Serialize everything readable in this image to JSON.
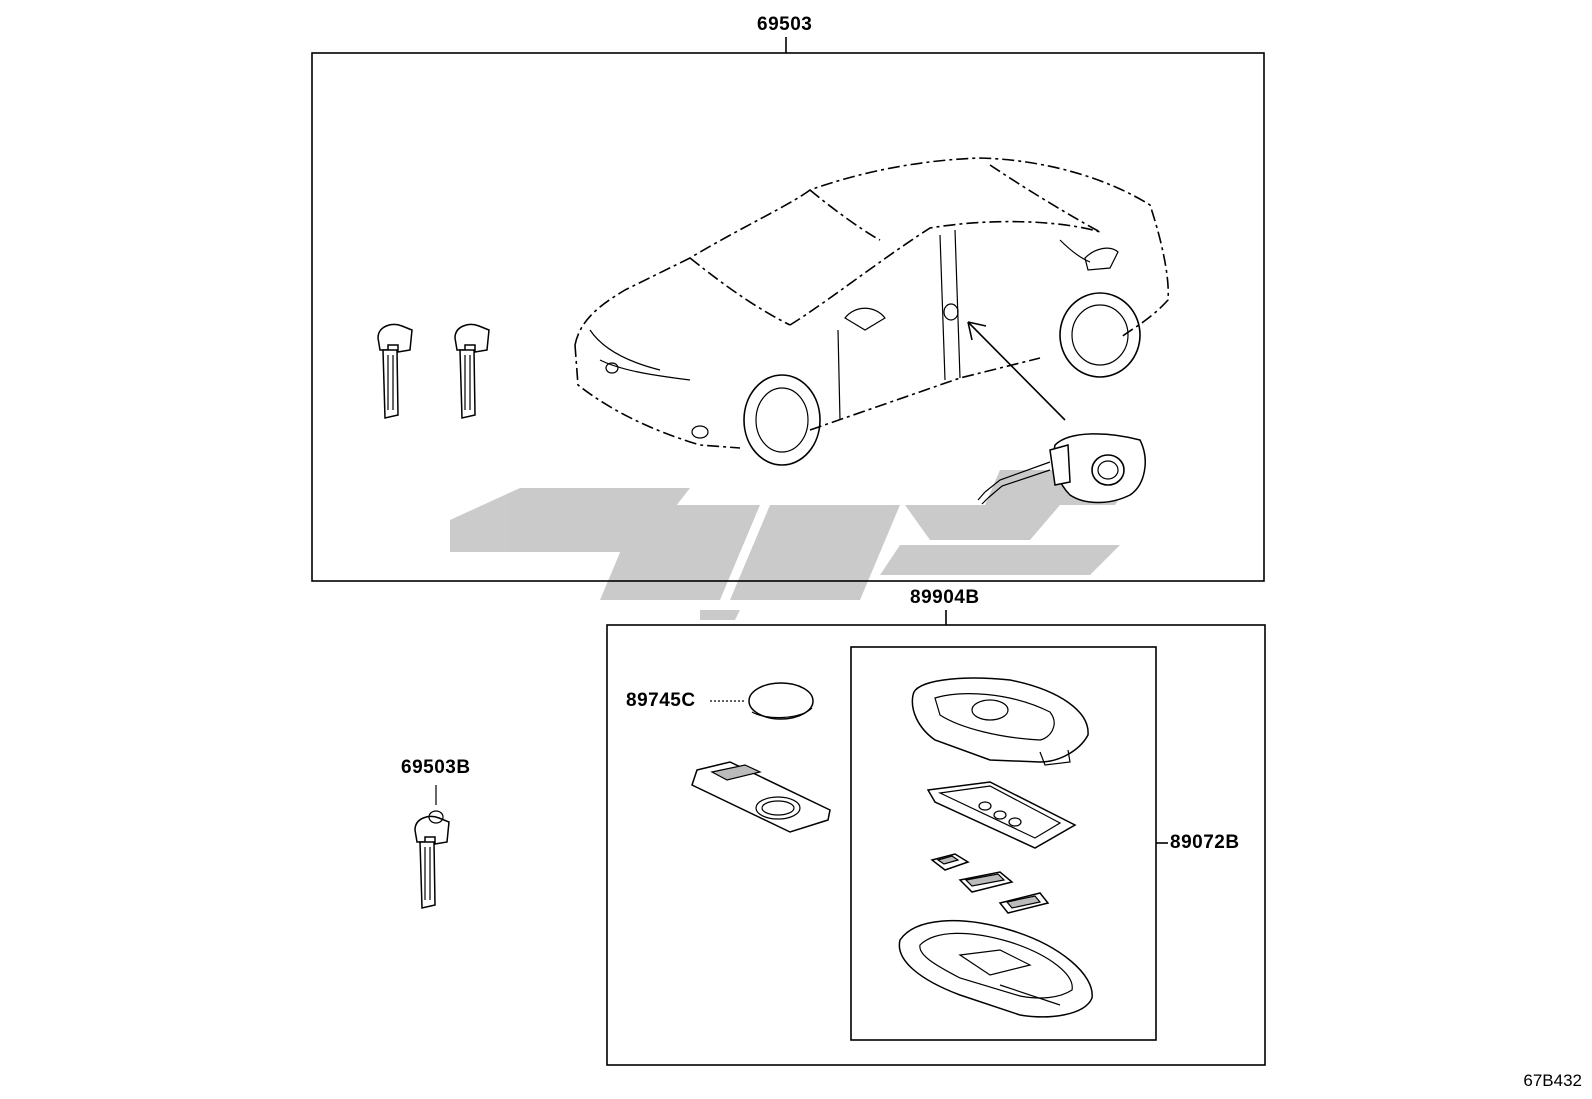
{
  "labels": {
    "assembly_kit": "69503",
    "key_blank": "69503B",
    "transmitter_set": "89904B",
    "battery": "89745C",
    "transmitter_case": "89072B"
  },
  "figure_code": "67B432",
  "watermark_color": "#c8c8c8"
}
